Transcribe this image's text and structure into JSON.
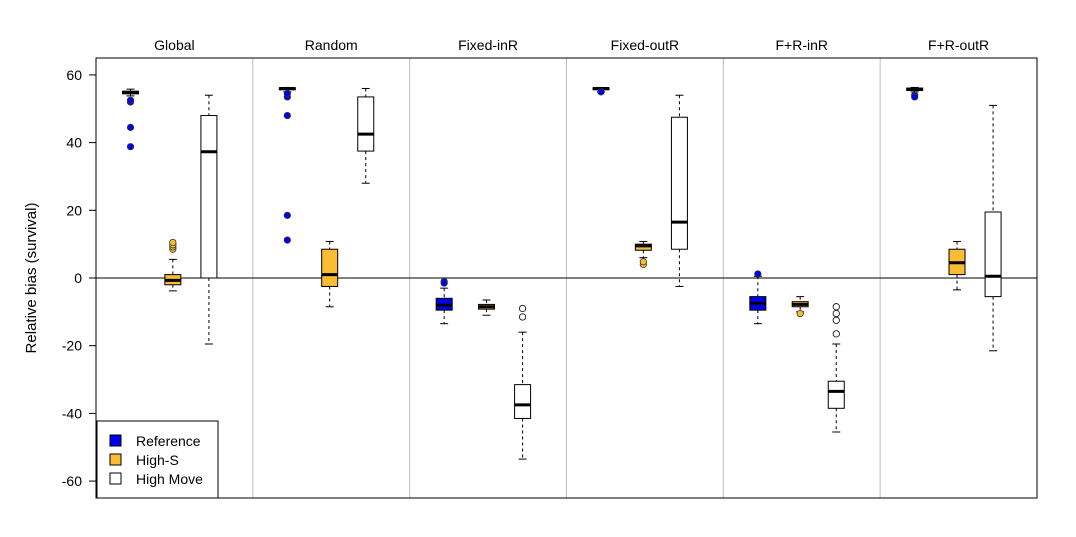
{
  "chart_data": {
    "type": "box",
    "ylabel": "Relative bias (survival)",
    "ylim": [
      -65,
      65
    ],
    "yticks": [
      -60,
      -40,
      -20,
      0,
      20,
      40,
      60
    ],
    "ytick_labels": [
      "-60",
      "-40",
      "-20",
      "0",
      "20",
      "40",
      "60"
    ],
    "reference_line": 0,
    "legend": {
      "placement": "bottom-left",
      "entries": [
        {
          "label": "Reference",
          "color": "#0000ee"
        },
        {
          "label": "High-S",
          "color": "#fbbc33"
        },
        {
          "label": "High Move",
          "color": "#ffffff"
        }
      ]
    },
    "panels": [
      {
        "name": "Global",
        "boxes": [
          {
            "series": "Reference",
            "whisker_low": 53.8,
            "q1": 54.4,
            "median": 54.8,
            "q3": 55.2,
            "whisker_high": 55.8,
            "outliers": [
              52,
              52.5,
              44.5,
              38.8
            ]
          },
          {
            "series": "High-S",
            "whisker_low": -3.8,
            "q1": -2.0,
            "median": -0.7,
            "q3": 1.0,
            "whisker_high": 5.5,
            "outliers": [
              8.5,
              9.2,
              9.8,
              10.5
            ]
          },
          {
            "series": "High Move",
            "whisker_low": -19.5,
            "q1": 0.0,
            "median": 37.3,
            "q3": 48.0,
            "whisker_high": 54.0,
            "outliers": []
          }
        ]
      },
      {
        "name": "Random",
        "boxes": [
          {
            "series": "Reference",
            "whisker_low": 55.0,
            "q1": 55.6,
            "median": 56.0,
            "q3": 56.2,
            "whisker_high": 56.3,
            "outliers": [
              53.5,
              54.5,
              48.0,
              18.5,
              11.2
            ]
          },
          {
            "series": "High-S",
            "whisker_low": -8.5,
            "q1": -2.5,
            "median": 1.0,
            "q3": 8.5,
            "whisker_high": 10.8,
            "outliers": []
          },
          {
            "series": "High Move",
            "whisker_low": 28.0,
            "q1": 37.5,
            "median": 42.5,
            "q3": 53.5,
            "whisker_high": 56.0,
            "outliers": []
          }
        ]
      },
      {
        "name": "Fixed-inR",
        "boxes": [
          {
            "series": "Reference",
            "whisker_low": -13.5,
            "q1": -9.5,
            "median": -8.0,
            "q3": -6.0,
            "whisker_high": -3.0,
            "outliers": [
              -1.0,
              -1.5
            ]
          },
          {
            "series": "High-S",
            "whisker_low": -11.0,
            "q1": -9.2,
            "median": -8.5,
            "q3": -7.8,
            "whisker_high": -6.5,
            "outliers": []
          },
          {
            "series": "High Move",
            "whisker_low": -53.5,
            "q1": -41.5,
            "median": -37.5,
            "q3": -31.5,
            "whisker_high": -16.0,
            "outliers": [
              -11.5,
              -9.0
            ]
          }
        ]
      },
      {
        "name": "Fixed-outR",
        "boxes": [
          {
            "series": "Reference",
            "whisker_low": 55.0,
            "q1": 55.6,
            "median": 56.0,
            "q3": 56.2,
            "whisker_high": 56.3,
            "outliers": [
              55.0
            ]
          },
          {
            "series": "High-S",
            "whisker_low": 6.0,
            "q1": 8.2,
            "median": 9.5,
            "q3": 10.0,
            "whisker_high": 10.8,
            "outliers": [
              4.0,
              4.8
            ]
          },
          {
            "series": "High Move",
            "whisker_low": -2.5,
            "q1": 8.5,
            "median": 16.5,
            "q3": 47.5,
            "whisker_high": 54.0,
            "outliers": []
          }
        ]
      },
      {
        "name": "F+R-inR",
        "boxes": [
          {
            "series": "Reference",
            "whisker_low": -13.5,
            "q1": -9.5,
            "median": -7.5,
            "q3": -5.5,
            "whisker_high": 0.5,
            "outliers": [
              1.2
            ]
          },
          {
            "series": "High-S",
            "whisker_low": -10.0,
            "q1": -8.5,
            "median": -7.8,
            "q3": -7.0,
            "whisker_high": -5.5,
            "outliers": [
              -10.5
            ]
          },
          {
            "series": "High Move",
            "whisker_low": -45.5,
            "q1": -38.5,
            "median": -33.5,
            "q3": -30.5,
            "whisker_high": -19.5,
            "outliers": [
              -16.5,
              -12.5,
              -10.5,
              -8.5
            ]
          }
        ]
      },
      {
        "name": "F+R-outR",
        "boxes": [
          {
            "series": "Reference",
            "whisker_low": 55.0,
            "q1": 55.4,
            "median": 55.8,
            "q3": 56.1,
            "whisker_high": 56.3,
            "outliers": [
              54.0,
              53.5
            ]
          },
          {
            "series": "High-S",
            "whisker_low": -3.5,
            "q1": 1.0,
            "median": 4.5,
            "q3": 8.5,
            "whisker_high": 10.8,
            "outliers": []
          },
          {
            "series": "High Move",
            "whisker_low": -21.5,
            "q1": -5.5,
            "median": 0.5,
            "q3": 19.5,
            "whisker_high": 51.0,
            "outliers": []
          }
        ]
      }
    ]
  }
}
